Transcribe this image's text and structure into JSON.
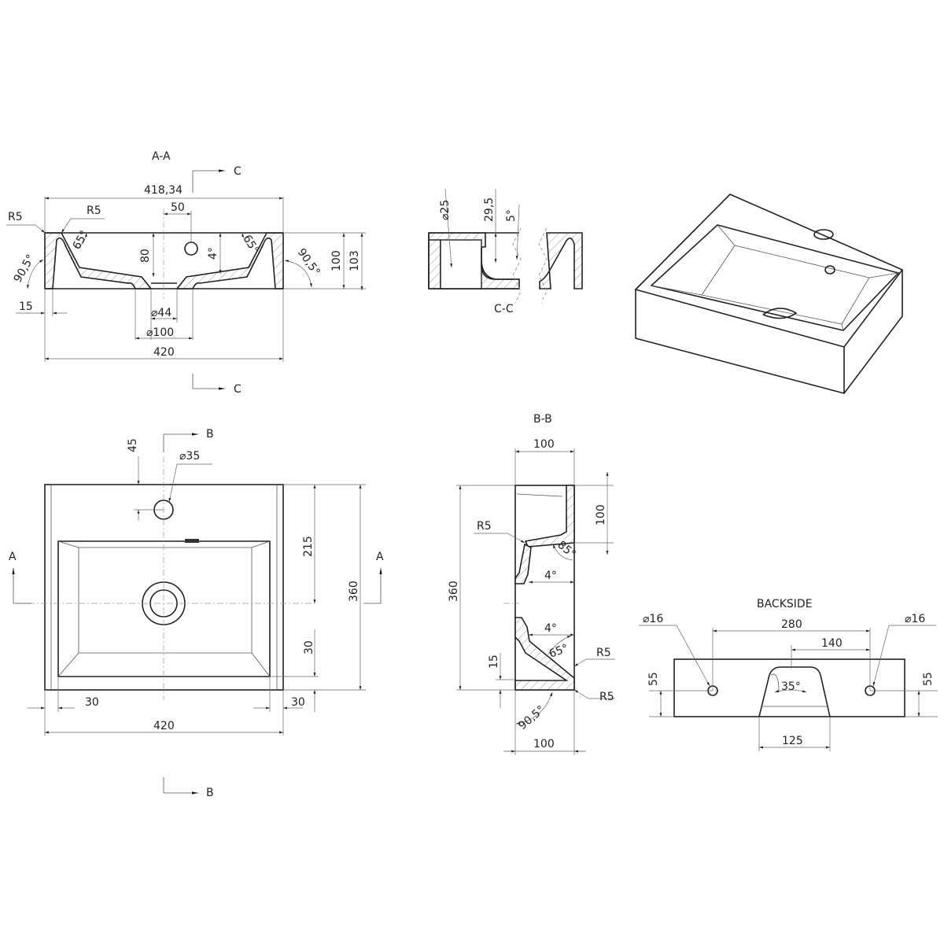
{
  "views": {
    "section_aa": {
      "title": "A-A",
      "cut_label_top": "C",
      "cut_label_bottom": "C",
      "dims": {
        "overall_top": "418,34",
        "tap_offset": "50",
        "r5_outer": "R5",
        "r5_inner": "R5",
        "depth": "80",
        "slope": "4°",
        "angle_left": "65°",
        "angle_right": "65°",
        "draft_left": "90,5°",
        "draft_right": "90,5°",
        "height": "100",
        "height_total": "103",
        "wall": "15",
        "drain_inner": "⌀44",
        "drain_outer": "⌀100",
        "overall_bottom": "420"
      }
    },
    "section_cc": {
      "title": "C-C",
      "dims": {
        "hole": "⌀25",
        "hole_height": "29,5",
        "angle": "5°"
      }
    },
    "plan": {
      "cut_label_top": "B",
      "cut_label_bottom": "B",
      "cut_label_left": "A",
      "cut_label_right": "A",
      "dims": {
        "tap_from_top": "45",
        "tap_hole": "⌀35",
        "drain_from_top": "215",
        "depth_total": "360",
        "front_rim": "30",
        "left_rim": "30",
        "right_rim": "30",
        "width": "420"
      }
    },
    "section_bb": {
      "title": "B-B",
      "dims": {
        "top_width": "100",
        "back_height": "100",
        "depth": "360",
        "r5_back": "R5",
        "angle_back": "85°",
        "slope_back": "4°",
        "slope_front": "4°",
        "angle_front": "65°",
        "front_wall": "15",
        "r5_front_top": "R5",
        "r5_front_bottom": "R5",
        "draft": "90,5°",
        "bottom_width": "100"
      }
    },
    "backside": {
      "title": "BACKSIDE",
      "dims": {
        "hole_left": "⌀16",
        "hole_spacing": "280",
        "half_spacing": "140",
        "hole_right": "⌀16",
        "hole_height_left": "55",
        "hole_height_right": "55",
        "angle": "35°",
        "cutout_width": "125"
      }
    }
  }
}
